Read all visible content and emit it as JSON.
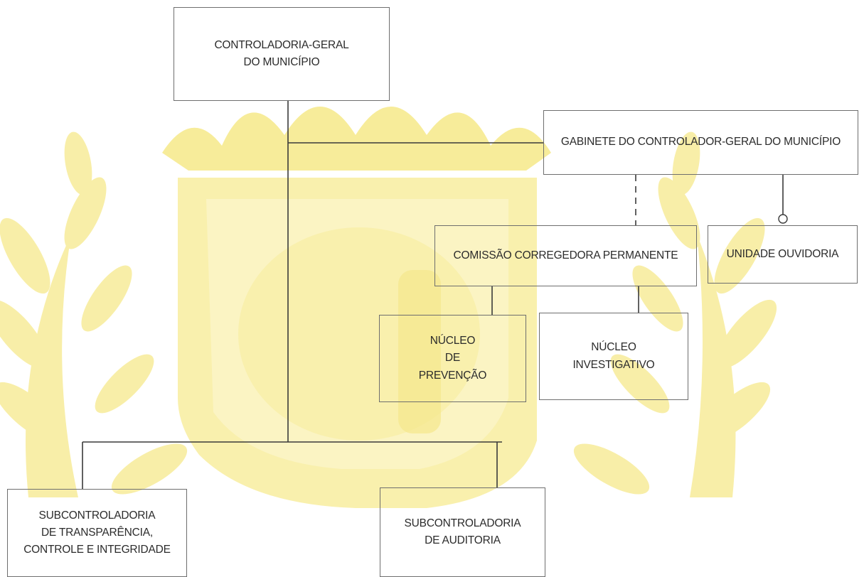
{
  "org_chart": {
    "nodes": {
      "controladoria_geral": [
        "CONTROLADORIA-GERAL",
        "DO MUNICÍPIO"
      ],
      "gabinete": [
        "GABINETE DO CONTROLADOR-GERAL DO MUNICÍPIO"
      ],
      "comissao_corregedora": [
        "COMISSÃO CORREGEDORA PERMANENTE"
      ],
      "unidade_ouvidoria": [
        "UNIDADE OUVIDORIA"
      ],
      "nucleo_prevencao": [
        "NÚCLEO",
        "DE",
        "PREVENÇÃO"
      ],
      "nucleo_investigativo": [
        "NÚCLEO",
        "INVESTIGATIVO"
      ],
      "subcontroladoria_transparencia": [
        "SUBCONTROLADORIA",
        "DE TRANSPARÊNCIA,",
        "CONTROLE E INTEGRIDADE"
      ],
      "subcontroladoria_auditoria": [
        "SUBCONTROLADORIA",
        "DE AUDITORIA"
      ]
    }
  },
  "colors": {
    "watermark": "#f7ec9a",
    "line": "#3a3a3a",
    "border": "#6e6e6e",
    "text": "#2b2b2b"
  }
}
